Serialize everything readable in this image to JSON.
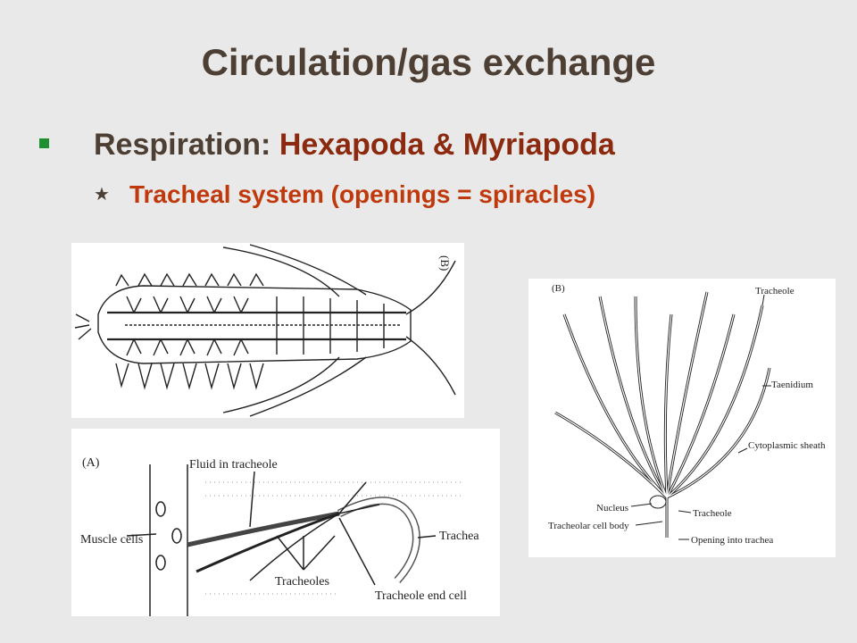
{
  "slide": {
    "title": "Circulation/gas exchange",
    "bullet_level1": {
      "lead": "Respiration: ",
      "highlight": "Hexapoda & Myriapoda"
    },
    "bullet_level2": {
      "text": "Tracheal system (openings = spiracles)"
    }
  },
  "figures": {
    "top_left": {
      "panel_label": "(B)"
    },
    "bottom_left": {
      "panel_label": "(A)",
      "labels": {
        "fluid": "Fluid in tracheole",
        "muscle": "Muscle cells",
        "trachea": "Trachea",
        "tracheoles": "Tracheoles",
        "end_cell": "Tracheole end cell"
      }
    },
    "right": {
      "panel_label": "(B)",
      "labels": {
        "tracheole_top": "Tracheole",
        "taenidium": "Taenidium",
        "cytoplasmic": "Cytoplasmic sheath",
        "nucleus": "Nucleus",
        "tracheole_low": "Tracheole",
        "cell_body": "Tracheolar cell body",
        "opening": "Opening into trachea"
      }
    }
  },
  "colors": {
    "background": "#e9e9e9",
    "title": "#4d3f33",
    "highlight": "#8b2a0e",
    "sub_bullet": "#c0390c",
    "bullet_marker": "#1f8f2f"
  }
}
